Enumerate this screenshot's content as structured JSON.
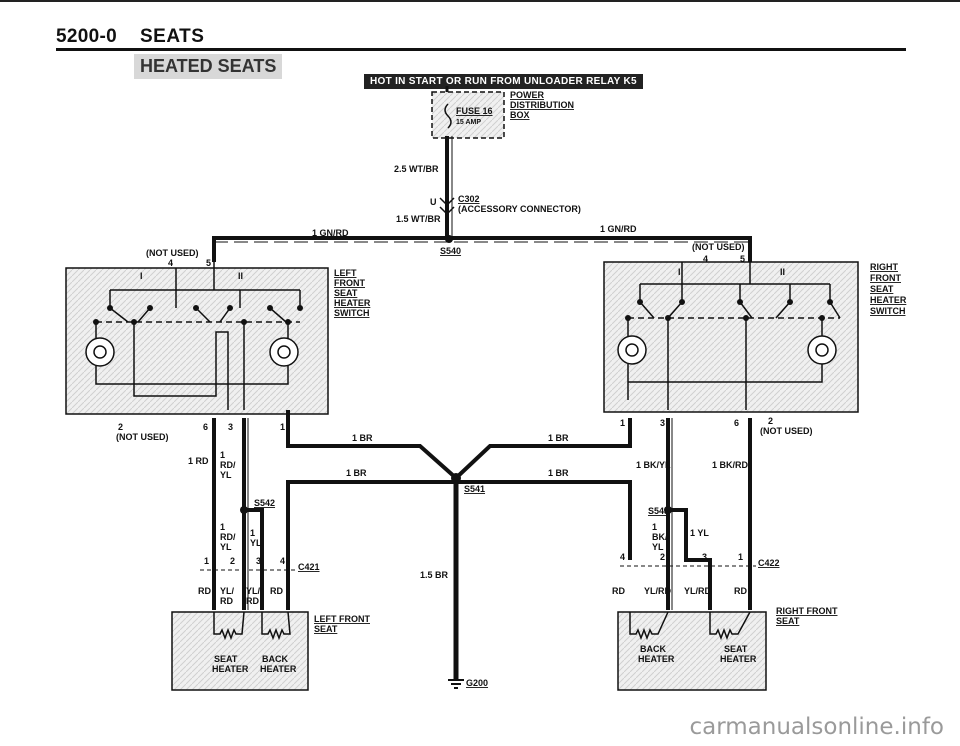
{
  "header": {
    "page_number": "5200-0",
    "section": "SEATS",
    "subsection": "HEATED SEATS",
    "banner": "HOT IN START OR RUN FROM UNLOADER RELAY K5"
  },
  "fuse_box": {
    "fuse": "FUSE 16",
    "rating": "15 AMP",
    "title_lines": [
      "POWER",
      "DISTRIBUTION",
      "BOX"
    ]
  },
  "connectors": {
    "c302": "C302",
    "c302_desc": "(ACCESSORY CONNECTOR)",
    "c302_u": "U",
    "c421": "C421",
    "c422": "C422"
  },
  "splices": {
    "s540": "S540",
    "s541": "S541",
    "s542": "S542",
    "s543": "S543"
  },
  "ground": "G200",
  "wires": {
    "w_25_wtbr": "2.5 WT/BR",
    "w_15_wtbr": "1.5 WT/BR",
    "gnrd_left": "1 GN/RD",
    "gnrd_right": "1 GN/RD",
    "br_a": "1 BR",
    "br_b": "1 BR",
    "br_c": "1 BR",
    "br_d": "1 BR",
    "br_15": "1.5 BR",
    "rd_left": "1 RD",
    "rdyl_left_a": "1",
    "rdyl_left_b": "RD/",
    "rdyl_left_c": "YL",
    "bkyl_right": "1 BK/YL",
    "bkrd_right": "1 BK/RD",
    "s542_1": "1",
    "s542_rd": "RD/",
    "s542_yl": "YL",
    "s542_1b": "1",
    "s542_yl2": "YL",
    "s543_1": "1",
    "s543_bk": "BK/",
    "s543_yl": "YL",
    "s543_1yl": "1 YL"
  },
  "left_switch": {
    "title_lines": [
      "LEFT",
      "FRONT",
      "SEAT",
      "HEATER",
      "SWITCH"
    ],
    "not_used_top": "(NOT USED)",
    "not_used_bottom": "(NOT USED)",
    "pin4": "4",
    "pin5": "5",
    "pin2": "2",
    "pin6": "6",
    "pin3": "3",
    "pin1": "1",
    "pos1": "I",
    "pos2": "II"
  },
  "right_switch": {
    "title_lines": [
      "RIGHT",
      "FRONT",
      "SEAT",
      "HEATER",
      "SWITCH"
    ],
    "not_used_top": "(NOT USED)",
    "not_used_bottom": "(NOT USED)",
    "pin4": "4",
    "pin5": "5",
    "pin1": "1",
    "pin3": "3",
    "pin6": "6",
    "pin2": "2",
    "pos1": "I",
    "pos2": "II"
  },
  "left_seat": {
    "title_lines": [
      "LEFT FRONT",
      "SEAT"
    ],
    "seat_heater": [
      "SEAT",
      "HEATER"
    ],
    "back_heater": [
      "BACK",
      "HEATER"
    ],
    "pins": [
      "1",
      "2",
      "3",
      "4"
    ],
    "wire_colors": [
      "RD",
      "YL/",
      "RD",
      "YL/",
      "RD",
      "RD"
    ]
  },
  "right_seat": {
    "title_lines": [
      "RIGHT FRONT",
      "SEAT"
    ],
    "back_heater": [
      "BACK",
      "HEATER"
    ],
    "seat_heater": [
      "SEAT",
      "HEATER"
    ],
    "pins": [
      "4",
      "2",
      "3",
      "1"
    ],
    "wire_colors": [
      "RD",
      "YL/RD",
      "YL/RD",
      "RD"
    ]
  },
  "watermark": "carmanualsonline.info"
}
